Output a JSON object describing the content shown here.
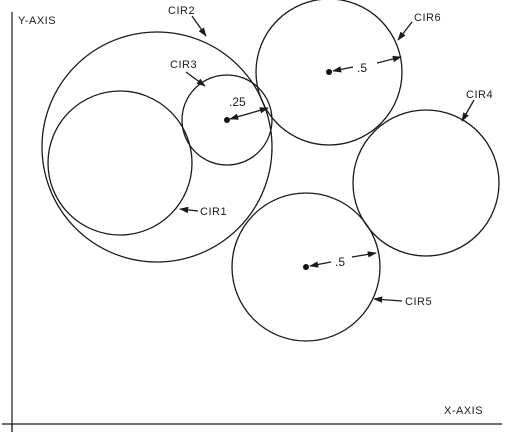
{
  "axes": {
    "y_label": "Y-AXIS",
    "x_label": "X-AXIS"
  },
  "circles": [
    {
      "id": "cir1",
      "label": "CIR1"
    },
    {
      "id": "cir2",
      "label": "CIR2"
    },
    {
      "id": "cir3",
      "label": "CIR3"
    },
    {
      "id": "cir4",
      "label": "CIR4"
    },
    {
      "id": "cir5",
      "label": "CIR5"
    },
    {
      "id": "cir6",
      "label": "CIR6"
    }
  ],
  "radius_labels": {
    "cir3": ".25",
    "cir5": ".5",
    "cir6": ".5"
  }
}
